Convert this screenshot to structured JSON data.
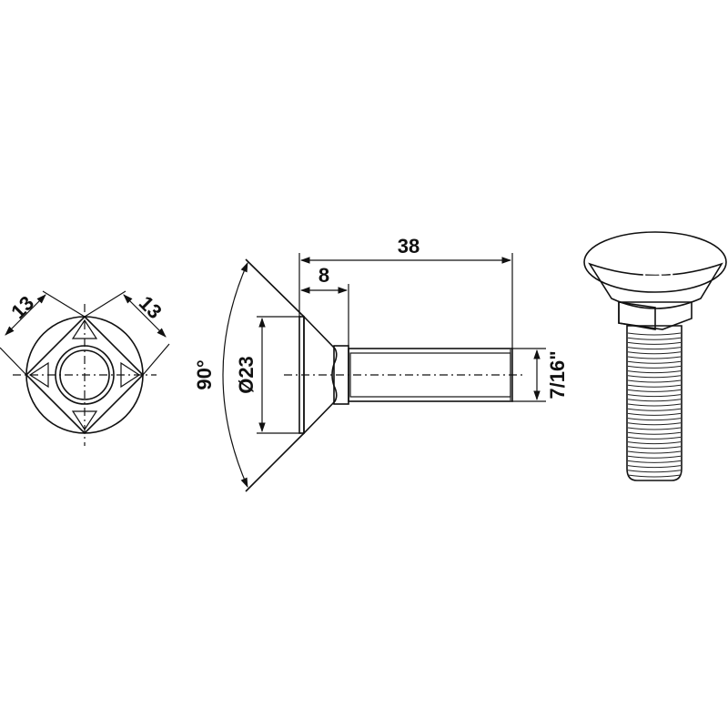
{
  "drawing": {
    "subject": "Carriage bolt with countersunk head and square neck",
    "colors": {
      "line": "#111111",
      "light_fill": "#d4d4d4",
      "mid_fill": "#bdbdbd",
      "dark_fill": "#555555",
      "background": "#ffffff"
    }
  },
  "end_view": {
    "dim_left": "13",
    "dim_right": "13"
  },
  "side_view": {
    "angle": "90°",
    "head_diameter": "Ø23",
    "neck_length": "8",
    "total_length": "38",
    "thread_size": "7/16\""
  },
  "iso_view": {
    "logo": "brand-logo"
  }
}
